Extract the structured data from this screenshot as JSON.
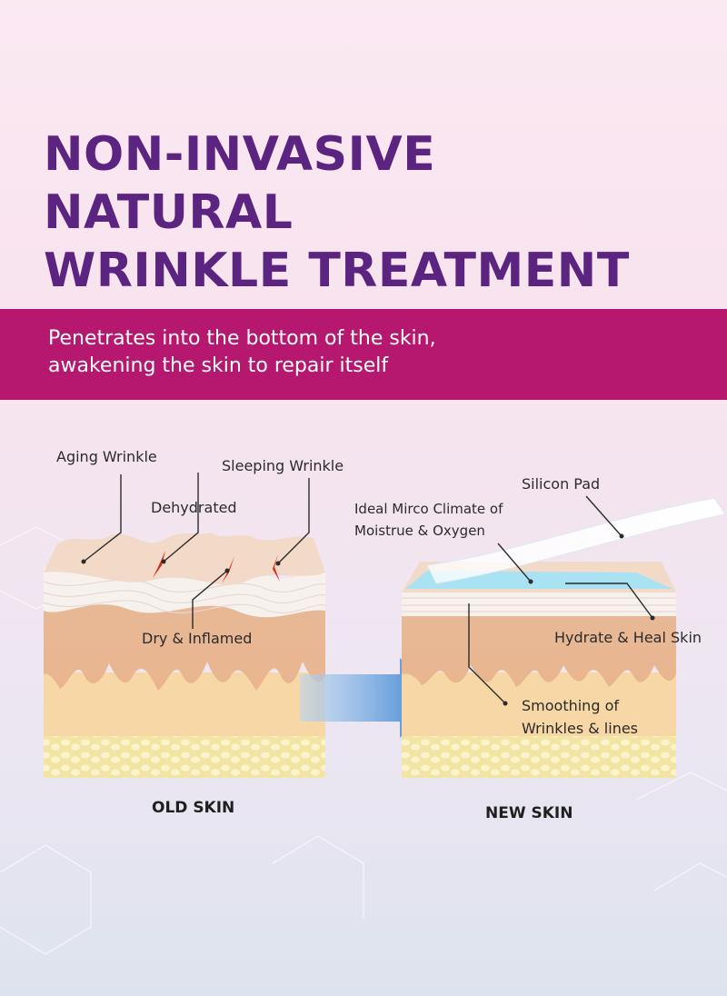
{
  "header": {
    "title_line1": "NON-INVASIVE NATURAL",
    "title_line2": "WRINKLE TREATMENT"
  },
  "banner": {
    "line1": "Penetrates into the bottom of the skin,",
    "line2": "awakening the skin to repair itself"
  },
  "old_skin": {
    "caption": "OLD SKIN",
    "labels": {
      "aging_wrinkle": "Aging Wrinkle",
      "sleeping_wrinkle": "Sleeping Wrinkle",
      "dehydrated": "Dehydrated",
      "dry_inflamed": "Dry & Inflamed"
    }
  },
  "new_skin": {
    "caption": "NEW SKIN",
    "labels": {
      "silicon_pad": "Silicon Pad",
      "climate_line1": "Ideal Mirco Climate of",
      "climate_line2": "Moistrue & Oxygen",
      "hydrate_heal": "Hydrate & Heal Skin",
      "smoothing_line1": "Smoothing of",
      "smoothing_line2": "Wrinkles & lines"
    }
  },
  "colors": {
    "title": "#5a2480",
    "banner": "#b5186e",
    "arrow": "#2f7fd0",
    "wrinkle": "#d02a1a"
  }
}
